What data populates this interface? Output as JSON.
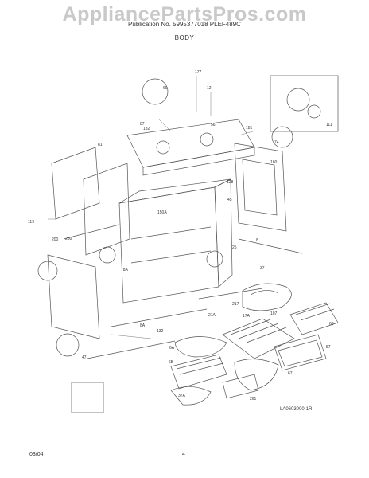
{
  "watermark": "AppliancePartsPros.com",
  "header": {
    "publication_line": "Publication No. 5995377018  PLEF489C"
  },
  "title": "BODY",
  "footer": {
    "date": "03/04",
    "page": "4",
    "figure_code": "LA0603000-1R"
  },
  "callouts": [
    "177",
    "12",
    "81",
    "56",
    "181",
    "87",
    "182",
    "128",
    "69",
    "111",
    "45",
    "160",
    "74",
    "119",
    "200",
    "260",
    "150A",
    "47",
    "37",
    "78A",
    "37A",
    "261",
    "25",
    "8",
    "8A",
    "132",
    "6B",
    "17A",
    "21A",
    "217",
    "107",
    "6A",
    "67",
    "63",
    "57"
  ]
}
